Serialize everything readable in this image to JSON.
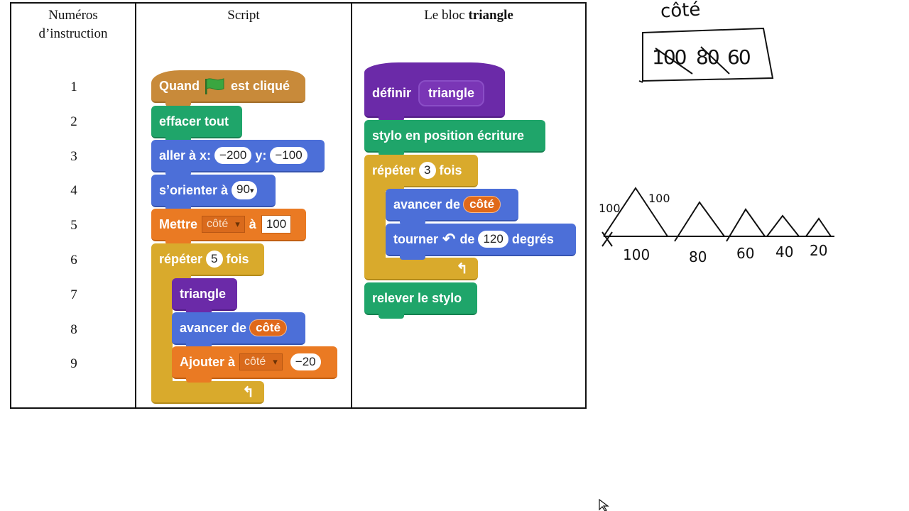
{
  "table": {
    "header_col1_line1": "Numéros",
    "header_col1_line2": "d’instruction",
    "header_col2": "Script",
    "header_col3_prefix": "Le bloc",
    "header_col3_bold": "triangle",
    "numbers": [
      "1",
      "2",
      "3",
      "4",
      "5",
      "6",
      "7",
      "8",
      "9"
    ]
  },
  "script": {
    "when_flag_a": "Quand",
    "when_flag_b": "est cliqué",
    "clear": "effacer tout",
    "goto_a": "aller à x:",
    "goto_x": "−200",
    "goto_b": "y:",
    "goto_y": "−100",
    "point_a": "s’orienter à",
    "point_val": "90",
    "set_a": "Mettre",
    "set_var": "côté",
    "set_b": "à",
    "set_val": "100",
    "repeat_a": "répéter",
    "repeat_n": "5",
    "repeat_b": "fois",
    "call": "triangle",
    "move_a": "avancer de",
    "move_var": "côté",
    "change_a": "Ajouter à",
    "change_var": "côté",
    "change_val": "−20",
    "loop_arrow": "↰"
  },
  "define_block": {
    "define": "définir",
    "name": "triangle",
    "pen_down": "stylo en position écriture",
    "repeat_a": "répéter",
    "repeat_n": "3",
    "repeat_b": "fois",
    "move_a": "avancer de",
    "move_var": "côté",
    "turn_a": "tourner",
    "turn_icon": "↶",
    "turn_b": "de",
    "turn_val": "120",
    "turn_c": "degrés",
    "pen_up": "relever le stylo",
    "loop_arrow": "↰"
  },
  "sketch": {
    "var_label": "côté",
    "values": [
      "100",
      "80",
      "60"
    ],
    "triangle_labels": [
      "100",
      "80",
      "60",
      "40",
      "20"
    ],
    "side_left": "100",
    "side_right": "100"
  },
  "colors": {
    "event": "#c88a3a",
    "pen": "#1fa56a",
    "motion": "#4c6fd8",
    "data": "#ea7a23",
    "control": "#d9aa2c",
    "custom": "#6b2aa8",
    "flag": "#3aa640"
  }
}
